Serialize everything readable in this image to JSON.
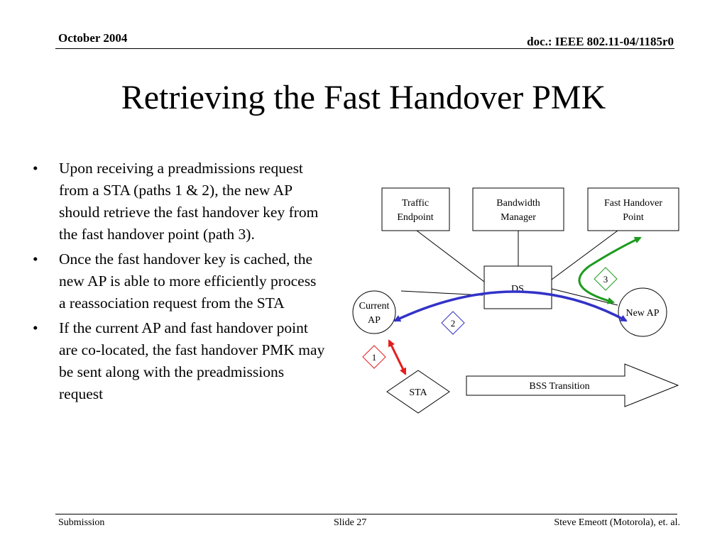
{
  "header": {
    "date": "October 2004",
    "doc": "doc.: IEEE 802.11-04/1185r0"
  },
  "title": "Retrieving the Fast Handover PMK",
  "bullets": [
    "Upon receiving a preadmissions request from a STA (paths 1 & 2), the new AP should retrieve the fast handover key from the fast handover point (path 3).",
    "Once the fast handover key is cached, the new AP is able to more efficiently process a reassociation request from the STA",
    "If the current AP and fast handover point are co-located, the fast handover PMK may be sent along with the preadmissions request"
  ],
  "bullet_symbol": "•",
  "diagram": {
    "traffic_endpoint": [
      "Traffic",
      "Endpoint"
    ],
    "bandwidth_manager": [
      "Bandwidth",
      "Manager"
    ],
    "fast_handover_point": [
      "Fast Handover",
      "Point"
    ],
    "ds": "DS",
    "current_ap": [
      "Current",
      "AP"
    ],
    "new_ap": "New AP",
    "sta": "STA",
    "bss_transition": "BSS Transition",
    "path_labels": [
      "1",
      "2",
      "3"
    ],
    "path_colors": {
      "path1": "#e51c1c",
      "path2": "#3232c8",
      "path3": "#1e9b1e"
    }
  },
  "footer": {
    "left": "Submission",
    "center": "Slide 27",
    "right": "Steve Emeott (Motorola), et. al."
  }
}
